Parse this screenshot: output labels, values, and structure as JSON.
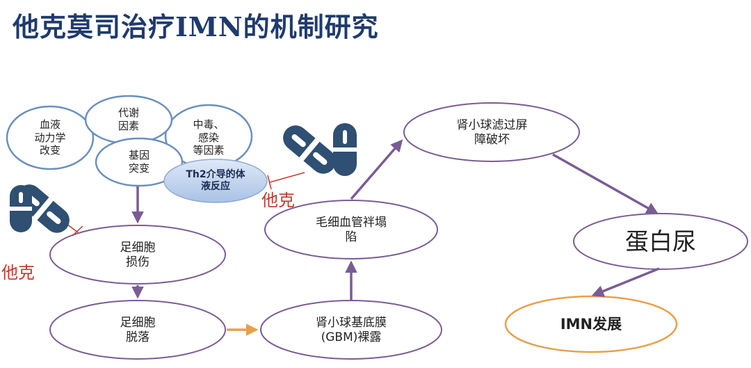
{
  "page": {
    "title": "他克莫司治疗IMN的机制研究"
  },
  "nodes": {
    "hemo": "血液\n动力学\n改变",
    "metab": "代谢\n因素",
    "toxin": "中毒、\n感染\n等因素",
    "gene": "基因\n突变",
    "th2": "Th2介导的体\n液反应",
    "podo_injury": "足细胞\n损伤",
    "podo_drop": "足细胞\n脱落",
    "gbm": "肾小球基底膜\n(GBM)裸露",
    "capillary": "毛细血管袢塌\n陷",
    "filtration": "肾小球滤过屏\n障破坏",
    "proteinuria": "蛋白尿",
    "imn": "IMN发展"
  },
  "drug_labels": {
    "left": "他克",
    "right": "他克"
  },
  "colors": {
    "outline": "#7a5c95",
    "arrow": "#7a5c95",
    "blue_outline": "#6b8fbe",
    "orange": "#e8a04a",
    "red": "#c0392b",
    "pill": "#2f4f73"
  }
}
